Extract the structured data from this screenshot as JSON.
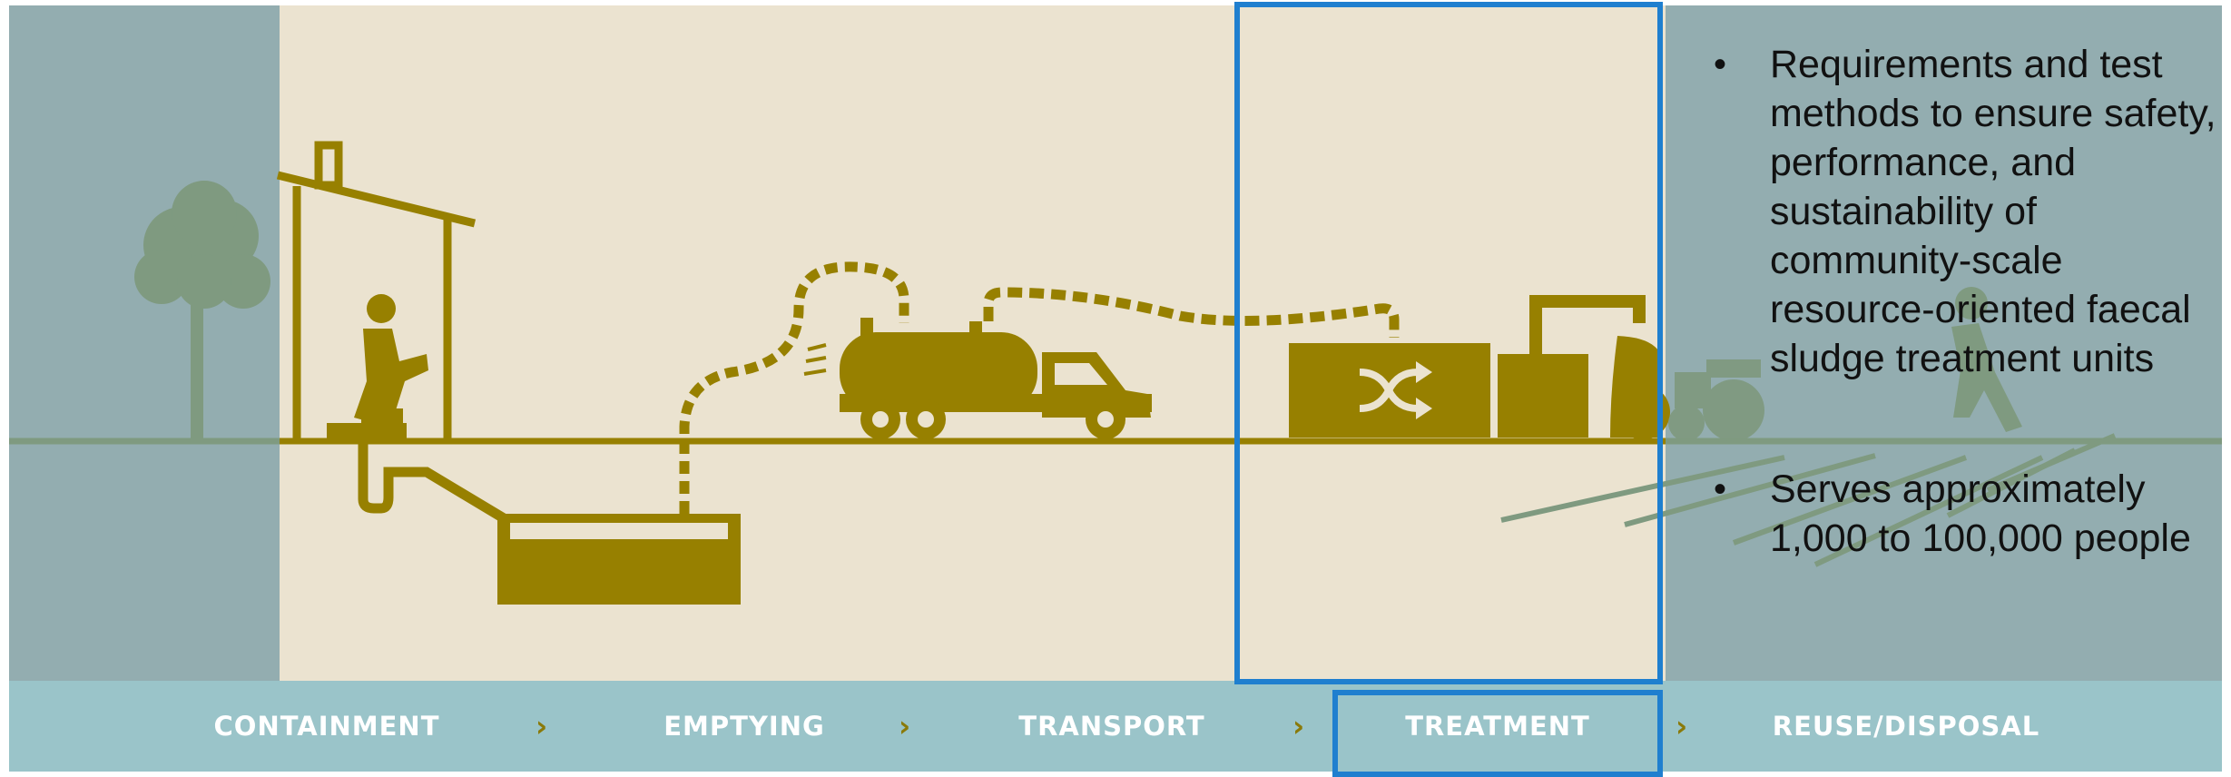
{
  "stages": [
    {
      "label": "CONTAINMENT"
    },
    {
      "label": "EMPTYING"
    },
    {
      "label": "TRANSPORT"
    },
    {
      "label": "TREATMENT",
      "highlighted": true
    },
    {
      "label": "REUSE/DISPOSAL"
    }
  ],
  "chevron": "›",
  "bullets": [
    "Requirements and test methods to ensure safety, performance, and sustainability of community-scale resource-oriented faecal sludge treatment units",
    "Serves approximately 1,000 to 100,000 people"
  ],
  "colors": {
    "olive": "#978000",
    "sky": "#93adb0",
    "beige": "#ebe3d0",
    "bar": "#9ac4c9",
    "highlight": "#1f7fcf",
    "ground": "#7f9a80"
  },
  "icons": [
    "tree-icon",
    "toilet-house-icon",
    "person-icon",
    "septic-tank-icon",
    "vacuum-truck-icon",
    "treatment-unit-icon",
    "shuffle-icon",
    "tractor-icon",
    "farmer-icon"
  ]
}
